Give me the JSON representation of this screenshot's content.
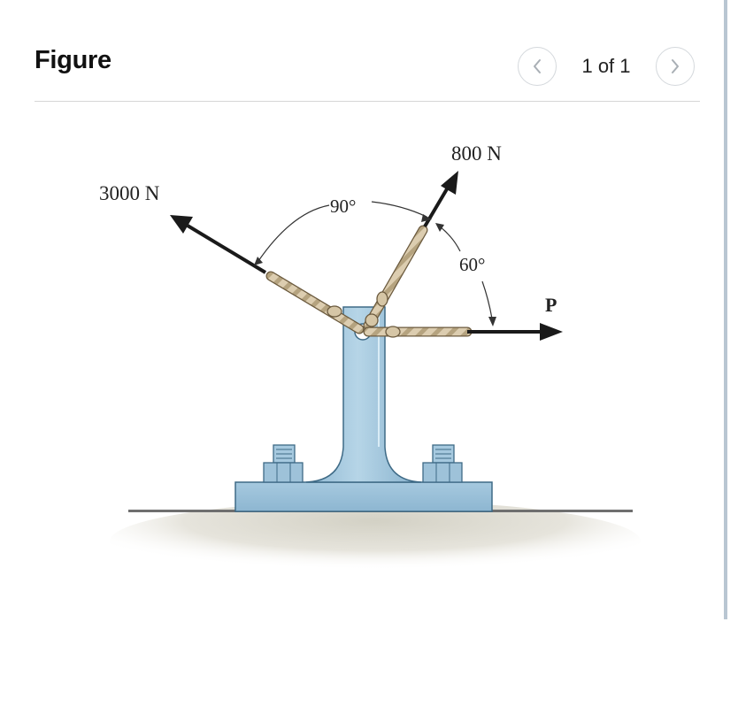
{
  "header": {
    "title": "Figure",
    "pager": {
      "current": 1,
      "total": 1,
      "text": "1 of 1"
    }
  },
  "figure": {
    "force_labels": {
      "left_force": "3000 N",
      "upper_force": "800 N",
      "horizontal_force": "P"
    },
    "angle_labels": {
      "between_left_and_upper": "90°",
      "between_upper_and_horizontal": "60°"
    },
    "colors": {
      "post": "#9cc4dc",
      "post_edge": "#3e6a86",
      "ground": "#d9d7cc",
      "rope": "#d6c6a6",
      "arrow": "#1a1a1a"
    }
  }
}
